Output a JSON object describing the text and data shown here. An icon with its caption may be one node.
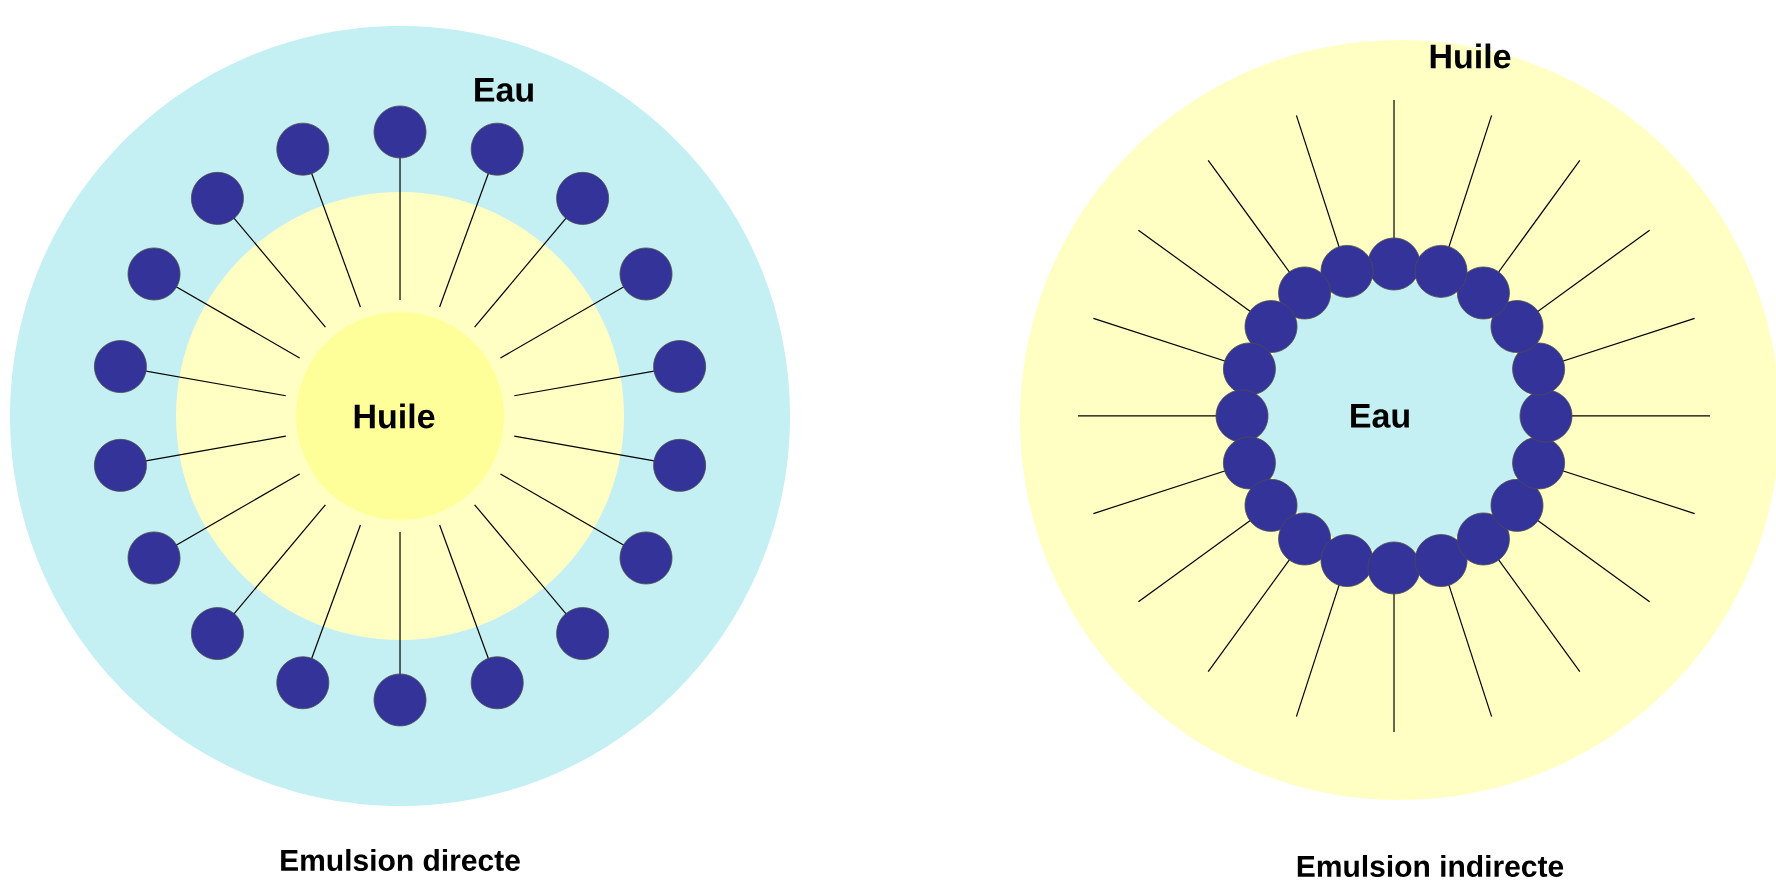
{
  "diagram": {
    "nodes": [
      {
        "text": [
          "Eau"
        ]
      },
      {
        "text": [
          "Huile"
        ],
        "in": 0
      },
      {
        "text": [
          "Huile"
        ]
      },
      {
        "text": [
          "Eau"
        ],
        "in": 2
      }
    ],
    "labels": [
      "Emulsion directe",
      "Emulsion indirecte"
    ]
  }
}
